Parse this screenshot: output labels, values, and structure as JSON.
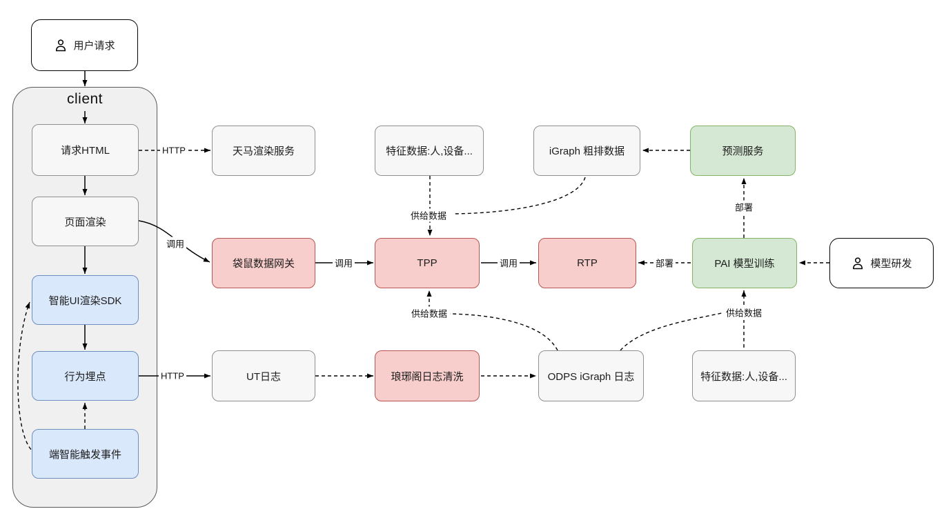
{
  "nodes": {
    "user_request": {
      "label": "用户请求"
    },
    "client": {
      "label": "client"
    },
    "request_html": {
      "label": "请求HTML"
    },
    "page_render": {
      "label": "页面渲染"
    },
    "smart_ui_sdk": {
      "label": "智能UI渲染SDK"
    },
    "behavior_tracking": {
      "label": "行为埋点"
    },
    "edge_trigger_event": {
      "label": "端智能触发事件"
    },
    "tianma_render": {
      "label": "天马渲染服务"
    },
    "feature_data_top": {
      "label": "特征数据:人,设备..."
    },
    "igraph_rank": {
      "label": "iGraph 粗排数据"
    },
    "prediction_service": {
      "label": "预测服务"
    },
    "kangaroo_gateway": {
      "label": "袋鼠数据网关"
    },
    "tpp": {
      "label": "TPP"
    },
    "rtp": {
      "label": "RTP"
    },
    "pai_training": {
      "label": "PAI 模型训练"
    },
    "model_dev": {
      "label": "模型研发"
    },
    "ut_log": {
      "label": "UT日志"
    },
    "langya_log_clean": {
      "label": "琅琊阁日志清洗"
    },
    "odps_igraph_log": {
      "label": "ODPS iGraph 日志"
    },
    "feature_data_bottom": {
      "label": "特征数据:人,设备..."
    }
  },
  "edge_labels": {
    "http_render": "HTTP",
    "invoke_gateway": "调用",
    "invoke_tpp": "调用",
    "invoke_rtp": "调用",
    "supply_tpp_top": "供给数据",
    "supply_tpp_bottom": "供给数据",
    "supply_pai": "供给数据",
    "deploy_prediction": "部署",
    "deploy_rtp": "部署",
    "http_log": "HTTP"
  },
  "palette": {
    "gray_fill": "#F7F7F7",
    "gray_stroke": "#8F8F8F",
    "container_fill": "#F0F0F0",
    "red_fill": "#F8CECC",
    "red_stroke": "#B85450",
    "green_fill": "#D5E8D4",
    "green_stroke": "#82B366",
    "blue_fill": "#DAE8FC",
    "blue_stroke": "#6C8EBF",
    "line_color": "#000000"
  }
}
